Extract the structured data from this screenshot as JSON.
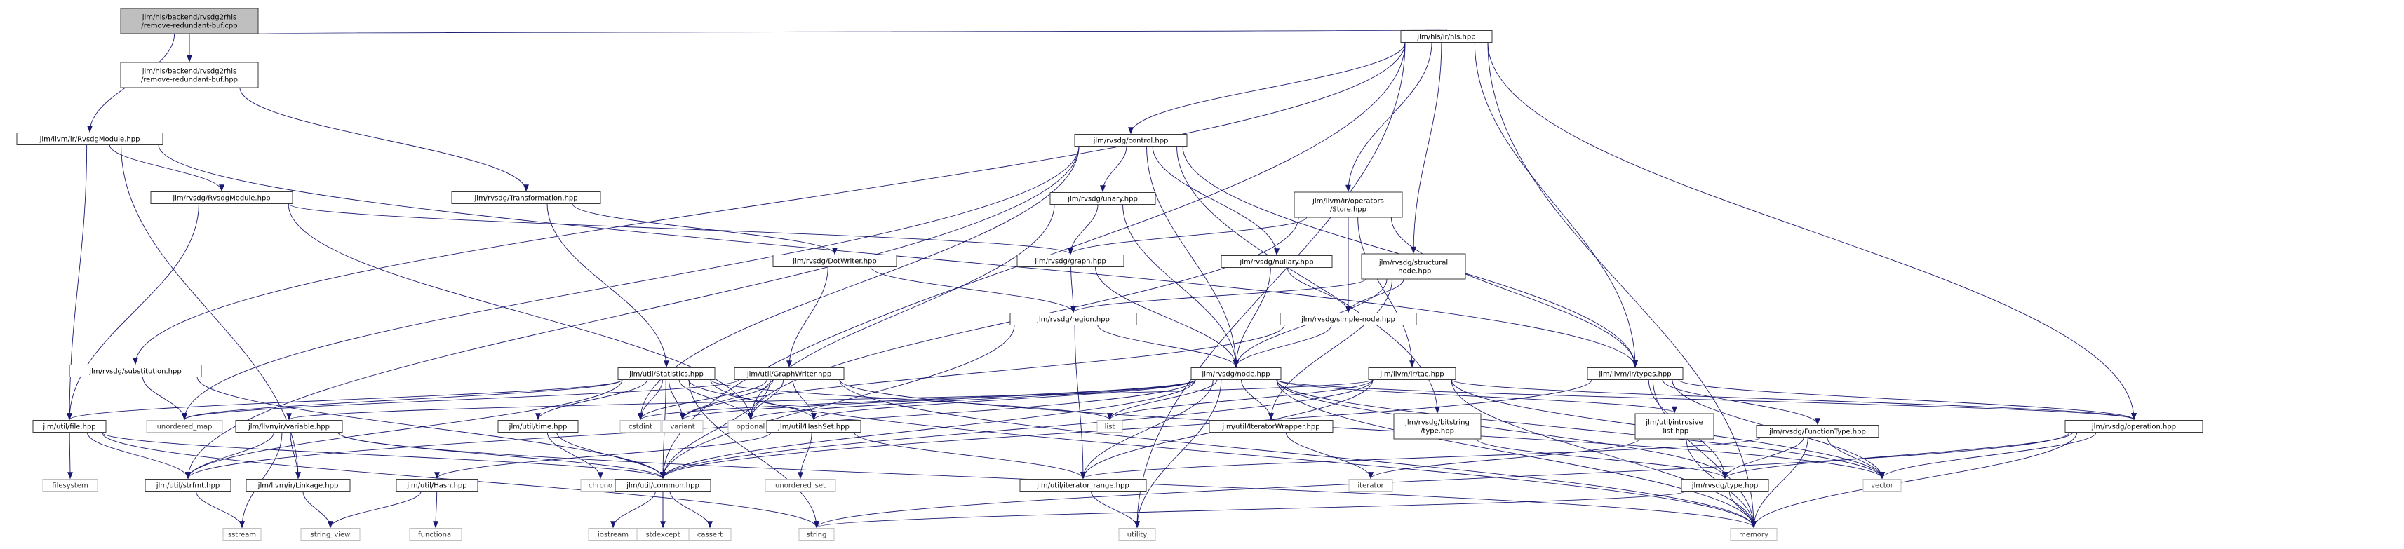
{
  "title": "Include dependency graph for remove-redundant-buf.cpp",
  "colors": {
    "edge": "#191970",
    "root_fill": "#bfbfbf",
    "internal_border": "#3a3a3a",
    "external_border": "#bfbfbf"
  },
  "nodes": [
    {
      "id": "root",
      "kind": "root",
      "lines": [
        "jlm/hls/backend/rvsdg2rhls",
        "/remove-redundant-buf.cpp"
      ]
    },
    {
      "id": "rrb_hpp",
      "kind": "internal",
      "lines": [
        "jlm/hls/backend/rvsdg2rhls",
        "/remove-redundant-buf.hpp"
      ]
    },
    {
      "id": "hls_hpp",
      "kind": "internal",
      "lines": [
        "jlm/hls/ir/hls.hpp"
      ]
    },
    {
      "id": "llvm_rvsdgmodule",
      "kind": "internal",
      "lines": [
        "jlm/llvm/ir/RvsdgModule.hpp"
      ]
    },
    {
      "id": "control",
      "kind": "internal",
      "lines": [
        "jlm/rvsdg/control.hpp"
      ]
    },
    {
      "id": "rvsdg_rvsdgmodule",
      "kind": "internal",
      "lines": [
        "jlm/rvsdg/RvsdgModule.hpp"
      ]
    },
    {
      "id": "transformation",
      "kind": "internal",
      "lines": [
        "jlm/rvsdg/Transformation.hpp"
      ]
    },
    {
      "id": "unary",
      "kind": "internal",
      "lines": [
        "jlm/rvsdg/unary.hpp"
      ]
    },
    {
      "id": "store",
      "kind": "internal",
      "lines": [
        "jlm/llvm/ir/operators",
        "/Store.hpp"
      ]
    },
    {
      "id": "dotwriter",
      "kind": "internal",
      "lines": [
        "jlm/rvsdg/DotWriter.hpp"
      ]
    },
    {
      "id": "graph",
      "kind": "internal",
      "lines": [
        "jlm/rvsdg/graph.hpp"
      ]
    },
    {
      "id": "nullary",
      "kind": "internal",
      "lines": [
        "jlm/rvsdg/nullary.hpp"
      ]
    },
    {
      "id": "structural",
      "kind": "internal",
      "lines": [
        "jlm/rvsdg/structural",
        "-node.hpp"
      ]
    },
    {
      "id": "region",
      "kind": "internal",
      "lines": [
        "jlm/rvsdg/region.hpp"
      ]
    },
    {
      "id": "simplenode",
      "kind": "internal",
      "lines": [
        "jlm/rvsdg/simple-node.hpp"
      ]
    },
    {
      "id": "substitution",
      "kind": "internal",
      "lines": [
        "jlm/rvsdg/substitution.hpp"
      ]
    },
    {
      "id": "statistics",
      "kind": "internal",
      "lines": [
        "jlm/util/Statistics.hpp"
      ]
    },
    {
      "id": "graphwriter",
      "kind": "internal",
      "lines": [
        "jlm/util/GraphWriter.hpp"
      ]
    },
    {
      "id": "node",
      "kind": "internal",
      "lines": [
        "jlm/rvsdg/node.hpp"
      ]
    },
    {
      "id": "tac",
      "kind": "internal",
      "lines": [
        "jlm/llvm/ir/tac.hpp"
      ]
    },
    {
      "id": "types",
      "kind": "internal",
      "lines": [
        "jlm/llvm/ir/types.hpp"
      ]
    },
    {
      "id": "file",
      "kind": "internal",
      "lines": [
        "jlm/util/file.hpp"
      ]
    },
    {
      "id": "unordered_map",
      "kind": "external",
      "lines": [
        "unordered_map"
      ]
    },
    {
      "id": "variable",
      "kind": "internal",
      "lines": [
        "jlm/llvm/ir/variable.hpp"
      ]
    },
    {
      "id": "time",
      "kind": "internal",
      "lines": [
        "jlm/util/time.hpp"
      ]
    },
    {
      "id": "cstdint",
      "kind": "external",
      "lines": [
        "cstdint"
      ]
    },
    {
      "id": "variant",
      "kind": "external",
      "lines": [
        "variant"
      ]
    },
    {
      "id": "optional",
      "kind": "external",
      "lines": [
        "optional"
      ]
    },
    {
      "id": "hashset",
      "kind": "internal",
      "lines": [
        "jlm/util/HashSet.hpp"
      ]
    },
    {
      "id": "list",
      "kind": "external",
      "lines": [
        "list"
      ]
    },
    {
      "id": "iteratorwrapper",
      "kind": "internal",
      "lines": [
        "jlm/util/IteratorWrapper.hpp"
      ]
    },
    {
      "id": "bitstring_type",
      "kind": "internal",
      "lines": [
        "jlm/rvsdg/bitstring",
        "/type.hpp"
      ]
    },
    {
      "id": "intrusive_list",
      "kind": "internal",
      "lines": [
        "jlm/util/intrusive",
        "-list.hpp"
      ]
    },
    {
      "id": "functiontype",
      "kind": "internal",
      "lines": [
        "jlm/rvsdg/FunctionType.hpp"
      ]
    },
    {
      "id": "operation",
      "kind": "internal",
      "lines": [
        "jlm/rvsdg/operation.hpp"
      ]
    },
    {
      "id": "filesystem",
      "kind": "external",
      "lines": [
        "filesystem"
      ]
    },
    {
      "id": "strfmt",
      "kind": "internal",
      "lines": [
        "jlm/util/strfmt.hpp"
      ]
    },
    {
      "id": "linkage",
      "kind": "internal",
      "lines": [
        "jlm/llvm/ir/Linkage.hpp"
      ]
    },
    {
      "id": "hash",
      "kind": "internal",
      "lines": [
        "jlm/util/Hash.hpp"
      ]
    },
    {
      "id": "chrono",
      "kind": "external",
      "lines": [
        "chrono"
      ]
    },
    {
      "id": "common",
      "kind": "internal",
      "lines": [
        "jlm/util/common.hpp"
      ]
    },
    {
      "id": "unordered_set",
      "kind": "external",
      "lines": [
        "unordered_set"
      ]
    },
    {
      "id": "iterator_range",
      "kind": "internal",
      "lines": [
        "jlm/util/iterator_range.hpp"
      ]
    },
    {
      "id": "iterator",
      "kind": "external",
      "lines": [
        "iterator"
      ]
    },
    {
      "id": "rvsdg_type",
      "kind": "internal",
      "lines": [
        "jlm/rvsdg/type.hpp"
      ]
    },
    {
      "id": "vector",
      "kind": "external",
      "lines": [
        "vector"
      ]
    },
    {
      "id": "sstream",
      "kind": "external",
      "lines": [
        "sstream"
      ]
    },
    {
      "id": "string_view",
      "kind": "external",
      "lines": [
        "string_view"
      ]
    },
    {
      "id": "functional",
      "kind": "external",
      "lines": [
        "functional"
      ]
    },
    {
      "id": "iostream",
      "kind": "external",
      "lines": [
        "iostream"
      ]
    },
    {
      "id": "stdexcept",
      "kind": "external",
      "lines": [
        "stdexcept"
      ]
    },
    {
      "id": "cassert",
      "kind": "external",
      "lines": [
        "cassert"
      ]
    },
    {
      "id": "string",
      "kind": "external",
      "lines": [
        "string"
      ]
    },
    {
      "id": "utility",
      "kind": "external",
      "lines": [
        "utility"
      ]
    },
    {
      "id": "memory",
      "kind": "external",
      "lines": [
        "memory"
      ]
    }
  ],
  "edges": [
    [
      "root",
      "rrb_hpp"
    ],
    [
      "root",
      "hls_hpp"
    ],
    [
      "root",
      "llvm_rvsdgmodule"
    ],
    [
      "rrb_hpp",
      "transformation"
    ],
    [
      "hls_hpp",
      "control"
    ],
    [
      "hls_hpp",
      "store"
    ],
    [
      "hls_hpp",
      "structural"
    ],
    [
      "hls_hpp",
      "substitution"
    ],
    [
      "hls_hpp",
      "types"
    ],
    [
      "hls_hpp",
      "operation"
    ],
    [
      "hls_hpp",
      "common"
    ],
    [
      "hls_hpp",
      "memory"
    ],
    [
      "hls_hpp",
      "utility"
    ],
    [
      "llvm_rvsdgmodule",
      "rvsdg_rvsdgmodule"
    ],
    [
      "llvm_rvsdgmodule",
      "types"
    ],
    [
      "llvm_rvsdgmodule",
      "file"
    ],
    [
      "llvm_rvsdgmodule",
      "linkage"
    ],
    [
      "control",
      "unary"
    ],
    [
      "control",
      "nullary"
    ],
    [
      "control",
      "node"
    ],
    [
      "control",
      "bitstring_type"
    ],
    [
      "control",
      "unordered_map"
    ],
    [
      "control",
      "cstdint"
    ],
    [
      "control",
      "strfmt"
    ],
    [
      "control",
      "types"
    ],
    [
      "rvsdg_rvsdgmodule",
      "graph"
    ],
    [
      "rvsdg_rvsdgmodule",
      "file"
    ],
    [
      "rvsdg_rvsdgmodule",
      "optional"
    ],
    [
      "transformation",
      "statistics"
    ],
    [
      "transformation",
      "dotwriter"
    ],
    [
      "unary",
      "graph"
    ],
    [
      "unary",
      "node"
    ],
    [
      "unary",
      "optional"
    ],
    [
      "store",
      "graph"
    ],
    [
      "store",
      "simplenode"
    ],
    [
      "store",
      "types"
    ],
    [
      "store",
      "tac"
    ],
    [
      "store",
      "optional"
    ],
    [
      "dotwriter",
      "region"
    ],
    [
      "dotwriter",
      "graphwriter"
    ],
    [
      "graph",
      "region"
    ],
    [
      "graph",
      "node"
    ],
    [
      "nullary",
      "node"
    ],
    [
      "nullary",
      "simplenode"
    ],
    [
      "structural",
      "region"
    ],
    [
      "structural",
      "simplenode"
    ],
    [
      "structural",
      "node"
    ],
    [
      "structural",
      "iteratorwrapper"
    ],
    [
      "region",
      "node"
    ],
    [
      "region",
      "iterator_range"
    ],
    [
      "region",
      "common"
    ],
    [
      "simplenode",
      "node"
    ],
    [
      "simplenode",
      "variant"
    ],
    [
      "substitution",
      "unordered_map"
    ],
    [
      "substitution",
      "common"
    ],
    [
      "statistics",
      "file"
    ],
    [
      "statistics",
      "unordered_map"
    ],
    [
      "statistics",
      "time"
    ],
    [
      "statistics",
      "cstdint"
    ],
    [
      "statistics",
      "variant"
    ],
    [
      "statistics",
      "optional"
    ],
    [
      "statistics",
      "hashset"
    ],
    [
      "statistics",
      "list"
    ],
    [
      "statistics",
      "common"
    ],
    [
      "statistics",
      "strfmt"
    ],
    [
      "statistics",
      "string"
    ],
    [
      "statistics",
      "memory"
    ],
    [
      "graphwriter",
      "cstdint"
    ],
    [
      "graphwriter",
      "variant"
    ],
    [
      "graphwriter",
      "optional"
    ],
    [
      "graphwriter",
      "common"
    ],
    [
      "graphwriter",
      "unordered_map"
    ],
    [
      "graphwriter",
      "hashset"
    ],
    [
      "graphwriter",
      "vector"
    ],
    [
      "graphwriter",
      "memory"
    ],
    [
      "node",
      "iteratorwrapper"
    ],
    [
      "node",
      "operation"
    ],
    [
      "node",
      "hashset"
    ],
    [
      "node",
      "list"
    ],
    [
      "node",
      "optional"
    ],
    [
      "node",
      "utility"
    ],
    [
      "node",
      "iterator_range"
    ],
    [
      "node",
      "common"
    ],
    [
      "node",
      "strfmt"
    ],
    [
      "node",
      "variant"
    ],
    [
      "node",
      "cstdint"
    ],
    [
      "node",
      "rvsdg_type"
    ],
    [
      "node",
      "intrusive_list"
    ],
    [
      "node",
      "memory"
    ],
    [
      "node",
      "vector"
    ],
    [
      "tac",
      "variable"
    ],
    [
      "tac",
      "operation"
    ],
    [
      "tac",
      "list"
    ],
    [
      "tac",
      "common"
    ],
    [
      "tac",
      "iterator_range"
    ],
    [
      "tac",
      "memory"
    ],
    [
      "tac",
      "vector"
    ],
    [
      "types",
      "functiontype"
    ],
    [
      "types",
      "rvsdg_type"
    ],
    [
      "types",
      "common"
    ],
    [
      "types",
      "vector"
    ],
    [
      "types",
      "memory"
    ],
    [
      "types",
      "operation"
    ],
    [
      "file",
      "filesystem"
    ],
    [
      "file",
      "strfmt"
    ],
    [
      "file",
      "common"
    ],
    [
      "file",
      "string"
    ],
    [
      "variable",
      "strfmt"
    ],
    [
      "variable",
      "linkage"
    ],
    [
      "variable",
      "sstream"
    ],
    [
      "variable",
      "common"
    ],
    [
      "variable",
      "memory"
    ],
    [
      "time",
      "chrono"
    ],
    [
      "time",
      "common"
    ],
    [
      "hashset",
      "unordered_set"
    ],
    [
      "hashset",
      "iterator_range"
    ],
    [
      "hashset",
      "hash"
    ],
    [
      "iteratorwrapper",
      "iterator"
    ],
    [
      "bitstring_type",
      "rvsdg_type"
    ],
    [
      "intrusive_list",
      "memory"
    ],
    [
      "intrusive_list",
      "iterator"
    ],
    [
      "functiontype",
      "rvsdg_type"
    ],
    [
      "functiontype",
      "vector"
    ],
    [
      "functiontype",
      "memory"
    ],
    [
      "functiontype",
      "iterator_range"
    ],
    [
      "operation",
      "rvsdg_type"
    ],
    [
      "operation",
      "vector"
    ],
    [
      "operation",
      "memory"
    ],
    [
      "operation",
      "string"
    ],
    [
      "strfmt",
      "sstream"
    ],
    [
      "linkage",
      "string_view"
    ],
    [
      "hash",
      "string_view"
    ],
    [
      "hash",
      "functional"
    ],
    [
      "common",
      "iostream"
    ],
    [
      "common",
      "stdexcept"
    ],
    [
      "common",
      "cassert"
    ],
    [
      "iterator_range",
      "utility"
    ],
    [
      "rvsdg_type",
      "memory"
    ],
    [
      "rvsdg_type",
      "string"
    ]
  ]
}
